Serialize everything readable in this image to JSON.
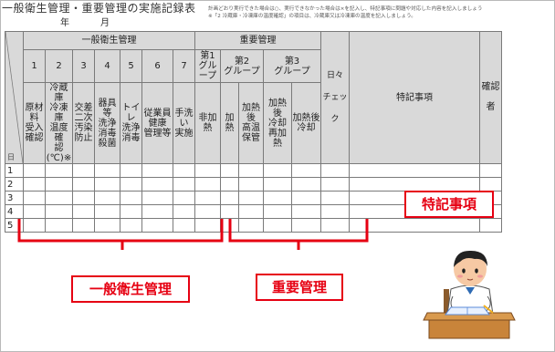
{
  "document": {
    "title": "一般衛生管理・重要管理の実施記録表",
    "year_label": "年",
    "month_label": "月",
    "note_line1": "計画どおり実行できた場合は○、実行できなかった場合は×を記入し、特記事項に問題や対応した内容を記入しましょう",
    "note_line2": "※「2 冷蔵庫・冷凍庫の温度確認」の項目は、冷蔵庫又は冷凍庫の温度を記入しましょう。"
  },
  "table": {
    "group_general": "一般衛生管理",
    "group_important": "重要管理",
    "daily_check": "日々チェック",
    "special_notes_header": "特記事項",
    "confirmer": "確認者",
    "day_label": "日",
    "general_numbers": [
      "1",
      "2",
      "3",
      "4",
      "5",
      "6",
      "7"
    ],
    "general_items": [
      "原材料受入確認",
      "冷蔵庫冷凍庫温度確認(℃)※",
      "交差二次汚染防止",
      "器具等洗浄消毒殺菌",
      "トイレ洗浄消毒",
      "従業員健康管理等",
      "手洗い実施"
    ],
    "group1": "第1グループ",
    "group2": "第2グループ",
    "group3": "第3グループ",
    "important_items": [
      "非加熱",
      "加熱",
      "加熱後高温保管",
      "加熱後冷却再加熱",
      "加熱後冷却"
    ],
    "rows": [
      "1",
      "2",
      "3",
      "4",
      "5"
    ]
  },
  "annotations": {
    "general_label": "一般衛生管理",
    "important_label": "重要管理",
    "special_label": "特記事項",
    "accent_color": "#e60012",
    "header_fill": "#d9d9d9"
  },
  "icons": {
    "student": "student-studying-icon"
  }
}
